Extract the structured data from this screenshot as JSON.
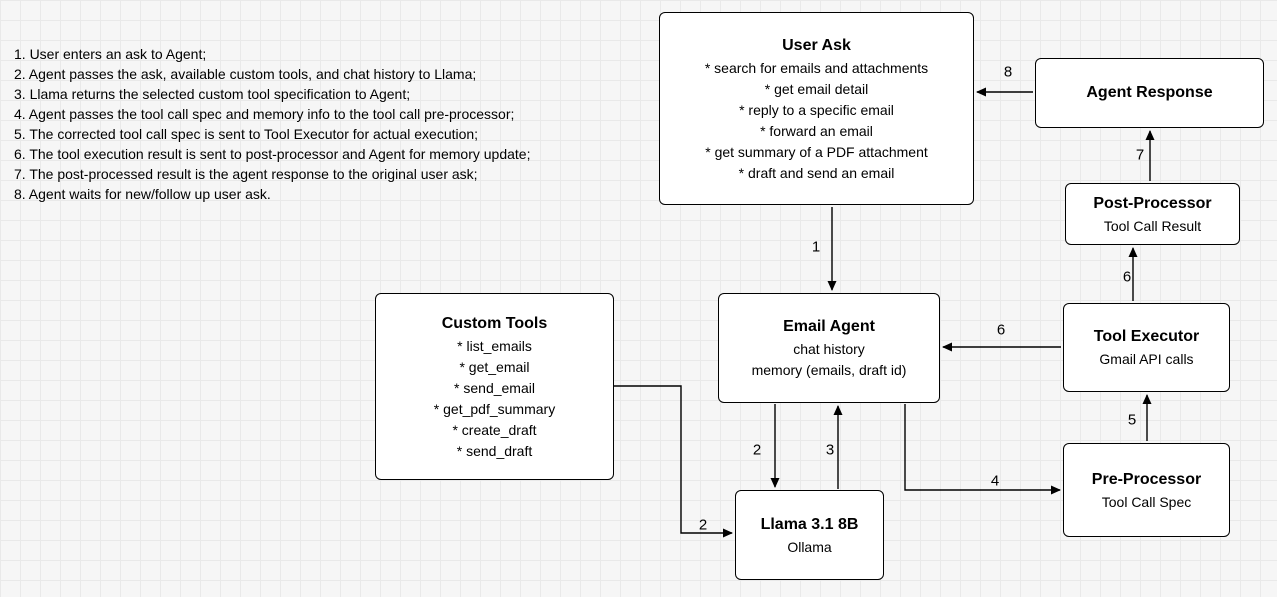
{
  "notes": {
    "items": [
      "1. User enters an ask to Agent;",
      "2. Agent passes the ask, available custom tools, and chat history to Llama;",
      "3. Llama returns the selected custom tool specification to Agent;",
      "4. Agent passes the tool call spec and memory info to the tool call pre-processor;",
      "5. The corrected tool call spec is sent to Tool Executor for actual execution;",
      "6. The tool execution result is sent to post-processor and Agent for memory update;",
      "7. The post-processed result is the agent response to the original user ask;",
      "8. Agent waits for new/follow up user ask."
    ]
  },
  "nodes": {
    "user_ask": {
      "title": "User Ask",
      "lines": [
        "* search for emails and attachments",
        "* get email detail",
        "* reply to a specific email",
        "* forward an email",
        "* get summary of a PDF attachment",
        "* draft and send an email"
      ]
    },
    "agent_response": {
      "title": "Agent Response"
    },
    "post_processor": {
      "title": "Post-Processor",
      "subtitle": "Tool Call Result"
    },
    "email_agent": {
      "title": "Email Agent",
      "lines": [
        "chat history",
        "memory (emails, draft id)"
      ]
    },
    "tool_executor": {
      "title": "Tool Executor",
      "subtitle": "Gmail API calls"
    },
    "custom_tools": {
      "title": "Custom Tools",
      "lines": [
        "* list_emails",
        "* get_email",
        "* send_email",
        "* get_pdf_summary",
        "* create_draft",
        "* send_draft"
      ]
    },
    "pre_processor": {
      "title": "Pre-Processor",
      "subtitle": "Tool Call Spec"
    },
    "llama": {
      "title": "Llama 3.1 8B",
      "subtitle": "Ollama"
    }
  },
  "edges": {
    "user_ask_to_email_agent": {
      "label": "1",
      "from": "User Ask",
      "to": "Email Agent"
    },
    "email_agent_to_llama": {
      "label": "2",
      "from": "Email Agent",
      "to": "Llama 3.1 8B"
    },
    "custom_tools_to_llama": {
      "label": "2",
      "from": "Custom Tools",
      "to": "Llama 3.1 8B"
    },
    "llama_to_email_agent": {
      "label": "3",
      "from": "Llama 3.1 8B",
      "to": "Email Agent"
    },
    "email_agent_to_pre_processor": {
      "label": "4",
      "from": "Email Agent",
      "to": "Pre-Processor"
    },
    "pre_processor_to_tool_executor": {
      "label": "5",
      "from": "Pre-Processor",
      "to": "Tool Executor"
    },
    "tool_executor_to_email_agent": {
      "label": "6",
      "from": "Tool Executor",
      "to": "Email Agent"
    },
    "tool_executor_to_post_processor": {
      "label": "6",
      "from": "Tool Executor",
      "to": "Post-Processor"
    },
    "post_processor_to_agent_response": {
      "label": "7",
      "from": "Post-Processor",
      "to": "Agent Response"
    },
    "agent_response_to_user_ask": {
      "label": "8",
      "from": "Agent Response",
      "to": "User Ask"
    }
  },
  "colors": {
    "background": "#f6f6f6",
    "grid_line": "#e9e9e9",
    "node_fill": "#ffffff",
    "node_border": "#000000",
    "edge": "#000000",
    "text": "#000000"
  }
}
